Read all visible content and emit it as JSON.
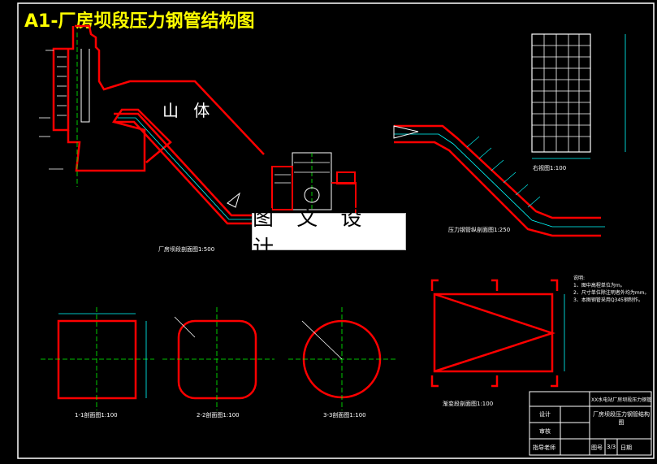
{
  "drawing": {
    "title": "A1-厂房坝段压力钢管结构图",
    "watermark": "图 文 设 计",
    "mountain_label": "山 体",
    "captions": {
      "powerhouse_section": "厂房坝段剖面图1:500",
      "pipe_layout": "压力钢管纵剖面图1:250",
      "plan_small": "右视图1:100",
      "section_1": "1-1剖面图1:100",
      "section_2": "2-2剖面图1:100",
      "section_3": "3-3剖面图1:100",
      "transition": "渐变段剖面图1:100"
    },
    "notes": [
      "说明:",
      "1、图中高程单位为m。",
      "2、尺寸单位除注明者外均为mm。",
      "3、本图钢管采用Q345钢制作。"
    ],
    "title_block": {
      "project": "XX水电站厂房坝段压力钢管",
      "drawing_name": "厂房坝段压力钢管结构图",
      "design": "设计",
      "check": "审核",
      "student": "指导老师",
      "sheet": "图号",
      "sheet_no": "3/3",
      "date": "日期"
    },
    "colors": {
      "structure": "#ff0000",
      "centerline": "#00ff00",
      "dimension": "#00ffff",
      "outline": "#ffffff",
      "title": "#ffff00"
    }
  }
}
